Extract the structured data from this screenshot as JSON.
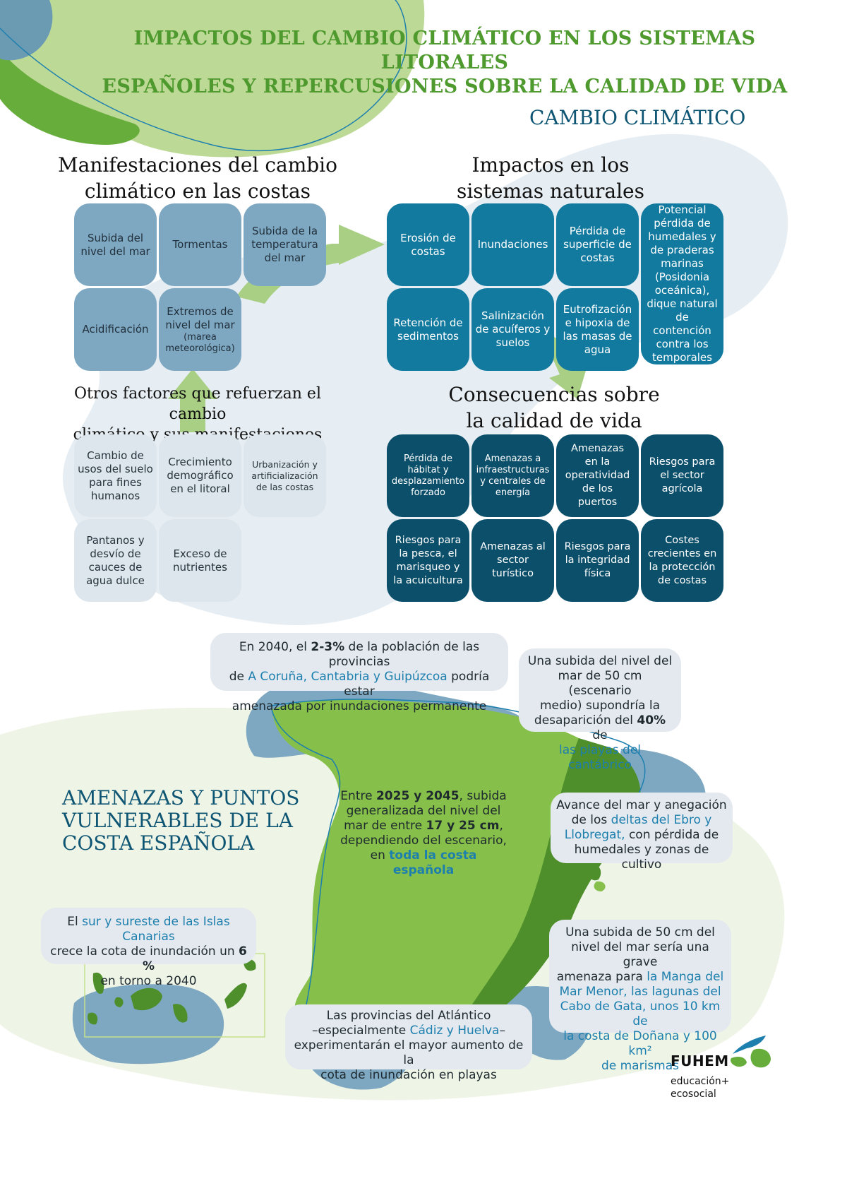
{
  "title": {
    "line1": "IMPACTOS DEL CAMBIO CLIMÁTICO EN LOS SISTEMAS LITORALES",
    "line2": "ESPAÑOLES Y REPERCUSIONES SOBRE LA CALIDAD DE VIDA"
  },
  "section_cambio": "CAMBIO CLIMÁTICO",
  "manifestaciones": {
    "heading": "Manifestaciones del cambio\nclimático en las costas",
    "items": [
      "Subida del\nnivel del mar",
      "Tormentas",
      "Subida de la\ntemperatura\ndel mar",
      "Acidificación",
      "Extremos de\nnivel del mar"
    ],
    "item5_note": "(marea\nmeteorológica)"
  },
  "otros": {
    "heading": "Otros factores que refuerzan el cambio\nclimático y sus manifestaciones",
    "items": [
      "Cambio de\nusos del suelo\npara fines\nhumanos",
      "Crecimiento\ndemográfico\nen el litoral",
      "Urbanización y\nartificialización\nde las costas",
      "Pantanos y\ndesvío de\ncauces de\nagua dulce",
      "Exceso de\nnutrientes"
    ]
  },
  "impactos": {
    "heading": "Impactos en los\nsistemas naturales",
    "items": [
      "Erosión de\ncostas",
      "Inundaciones",
      "Pérdida de\nsuperficie de\ncostas",
      "Potencial\npérdida de\nhumedales y\nde praderas\nmarinas\n(Posidonia\noceánica),\ndique natural\nde\ncontención\ncontra los\ntemporales",
      "Retención de\nsedimentos",
      "Salinización\nde acuíferos y\nsuelos",
      "Eutrofización\ne hipoxia de\nlas masas de\nagua"
    ]
  },
  "consecuencias": {
    "heading": "Consecuencias sobre\nla calidad de vida",
    "items": [
      "Pérdida de\nhábitat y\ndesplazamiento\nforzado",
      "Amenazas a\ninfraestructuras\ny centrales de\nenergía",
      "Amenazas\nen la\noperatividad\nde los\npuertos",
      "Riesgos para\nel sector\nagrícola",
      "Riesgos para\nla pesca, el\nmarisqueo y\nla acuicultura",
      "Amenazas al\nsector\nturístico",
      "Riesgos para\nla integridad\nfísica",
      "Costes\ncrecientes en\nla protección\nde costas"
    ]
  },
  "amenazas_title": {
    "line1": "AMENAZAS Y PUNTOS",
    "line2": "VULNERABLES DE LA",
    "line3": "COSTA ESPAÑOLA"
  },
  "callouts": {
    "norte": {
      "p1": "En 2040, el ",
      "b1": "2-3%",
      "p2": " de la población de las provincias",
      "p3": "de ",
      "h1": "A Coruña, Cantabria y Guipúzcoa",
      "p4": " podría estar",
      "p5": "amenazada por inundaciones permanente"
    },
    "cantabrico": {
      "p1": "Una subida del nivel del",
      "p2": "mar de 50 cm (escenario",
      "p3": "medio) supondría la",
      "p4": "desaparición del ",
      "b1": "40%",
      "p5": " de",
      "h1": "las playas del cantábrico"
    },
    "centro": {
      "p1": "Entre ",
      "b1": "2025 y 2045",
      "p2": ", subida",
      "p3": "generalizada del nivel del",
      "p4": "mar de entre ",
      "b2": "17 y 25 cm",
      "p5": ",",
      "p6": "dependiendo del escenario,",
      "p7": "en ",
      "h1": "toda la costa española"
    },
    "ebro": {
      "p1": "Avance del mar y anegación",
      "p2": "de los ",
      "h1": "deltas del Ebro y",
      "h2": "Llobregat,",
      "p3": " con pérdida de",
      "p4": "humedales y zonas de cultivo"
    },
    "canarias": {
      "p1": "El ",
      "h1": "sur y sureste de las Islas Canarias",
      "p2": "crece la cota de inundación un ",
      "b1": "6 %",
      "p3": "en torno a 2040"
    },
    "manga": {
      "p1": "Una subida de 50 cm del",
      "p2": "nivel del mar sería una grave",
      "p3": "amenaza para ",
      "h1": "la Manga del",
      "h2": "Mar Menor, las lagunas del",
      "h3": "Cabo de Gata, unos 10 km de",
      "h4": "la costa de Doñana y 100 km²",
      "h5": "de marismas"
    },
    "atlantico": {
      "p1": "Las provincias del Atlántico",
      "p2": "–especialmente ",
      "h1": "Cádiz y Huelva",
      "p3": "–",
      "p4": "experimentarán el mayor aumento de la",
      "p5": "cota de inundación en playas"
    }
  },
  "logo": {
    "name": "FUHEM",
    "line1": "educación+",
    "line2": "ecosocial"
  },
  "colors": {
    "title_green": "#4f9a2e",
    "section_blue": "#0e5573",
    "box_light": "#7ea8c2",
    "box_mid": "#12799f",
    "box_dark": "#0b4f6b",
    "box_pale": "#dde6ec",
    "map_light_green": "#86c04a",
    "map_dark_green": "#4e8f2c",
    "highlight_blue": "#1d7fae"
  }
}
